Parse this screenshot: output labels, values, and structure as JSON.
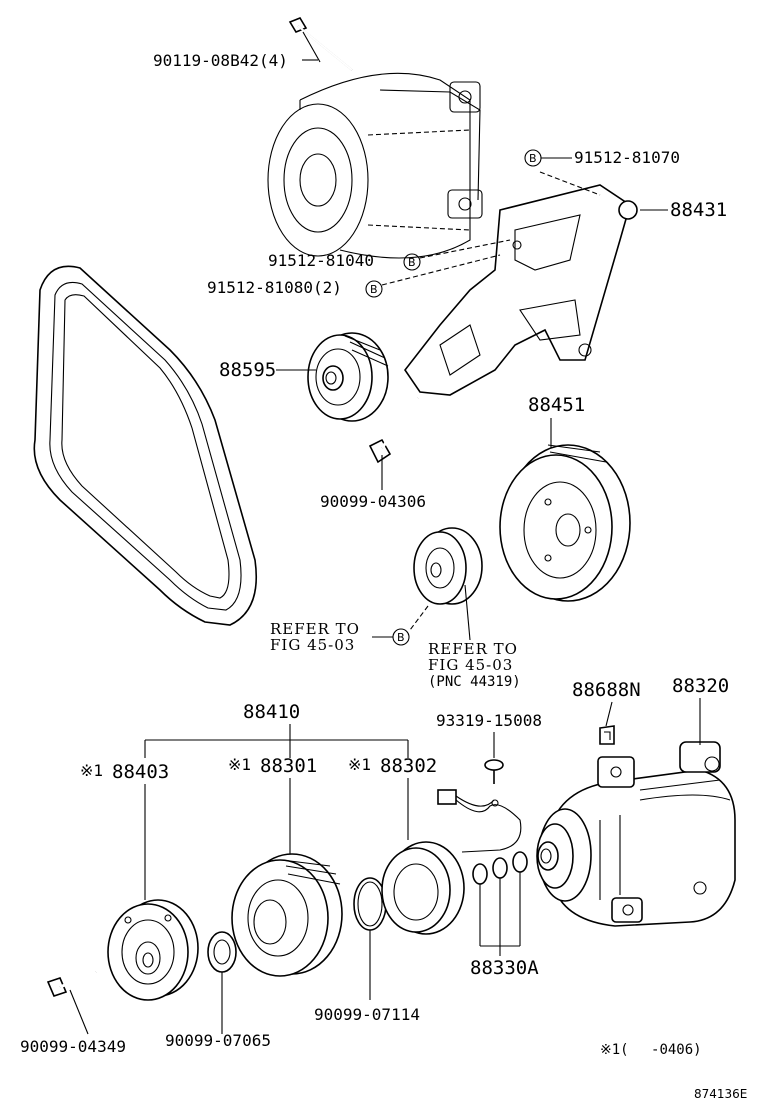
{
  "labels": {
    "p_90119": "90119-08B42(4)",
    "p_91512_81070": "91512-81070",
    "p_88431": "88431",
    "p_91512_81040": "91512-81040",
    "p_91512_81080": "91512-81080(2)",
    "p_88595": "88595",
    "p_88451": "88451",
    "p_90099_04306": "90099-04306",
    "refer1_line1": "REFER TO",
    "refer1_line2": "FIG 45-03",
    "refer2_line1": "REFER TO",
    "refer2_line2": "FIG 45-03",
    "refer2_line3": "(PNC 44319)",
    "p_88410": "88410",
    "p_88688N": "88688N",
    "p_88320": "88320",
    "p_93319": "93319-15008",
    "p_88403": "88403",
    "p_88301": "88301",
    "p_88302": "88302",
    "p_88330A": "88330A",
    "p_90099_07114": "90099-07114",
    "p_90099_07065": "90099-07065",
    "p_90099_04349": "90099-04349",
    "star_mark": "※1",
    "footnote": "※1(　 -0406)",
    "drawing_no": "874136E",
    "circle_b": "B"
  }
}
